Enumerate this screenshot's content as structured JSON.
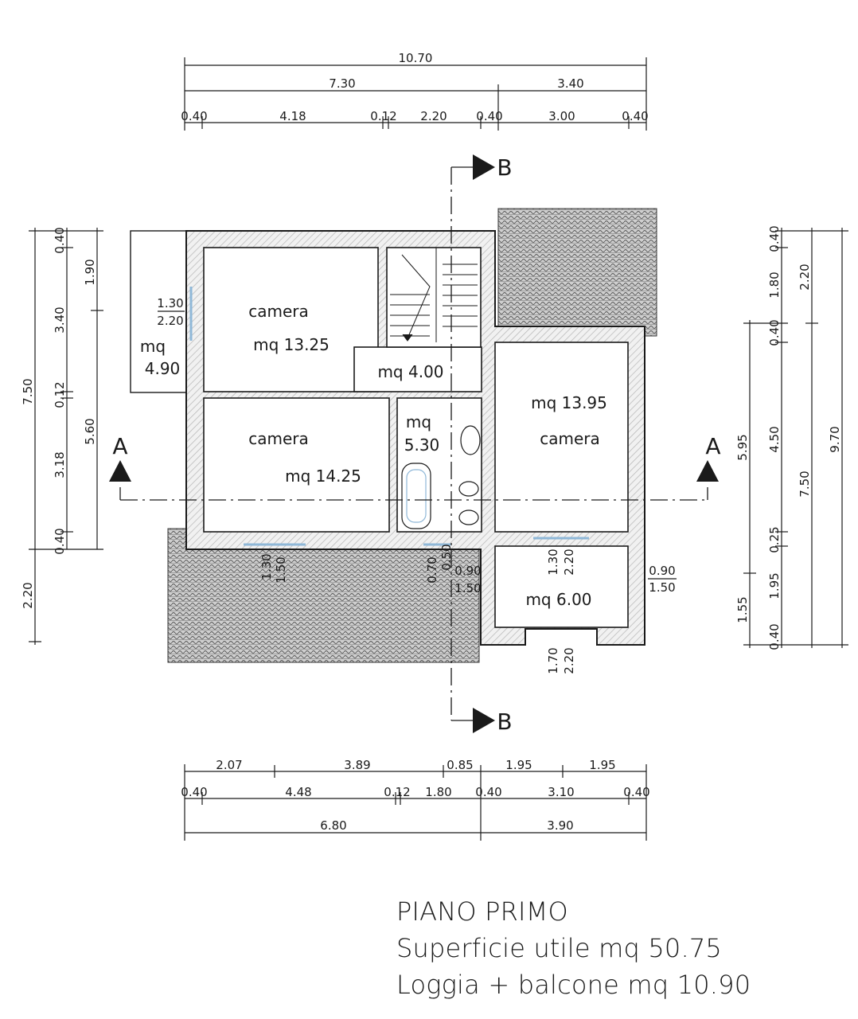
{
  "dims_top": {
    "total": "10.70",
    "a": "7.30",
    "b": "3.40",
    "c": [
      "0.40",
      "4.18",
      "0.12",
      "2.20",
      "0.40",
      "3.00",
      "0.40"
    ]
  },
  "dims_bottom": {
    "r1": [
      "2.07",
      "3.89",
      "0.85",
      "1.95",
      "1.95"
    ],
    "r2": [
      "0.40",
      "4.48",
      "0.12",
      "1.80",
      "0.40",
      "3.10",
      "0.40"
    ],
    "r3": [
      "6.80",
      "3.90"
    ]
  },
  "dims_left": {
    "outer": "7.50",
    "outer_b": "2.20",
    "mid": [
      "1.90",
      "5.60"
    ],
    "inner": [
      "0.40",
      "3.40",
      "0.12",
      "3.18",
      "0.40"
    ]
  },
  "dims_right": {
    "a": [
      "5.95",
      "1.55"
    ],
    "b": [
      "0.40",
      "1.80",
      "0.40",
      "4.50",
      "0.25",
      "1.95",
      "0.40"
    ],
    "c": [
      "2.20",
      "7.50"
    ],
    "d": "9.70"
  },
  "rooms": {
    "room1_label": "camera",
    "room1_area": "mq 13.25",
    "room2_label": "camera",
    "room2_area": "mq 14.25",
    "room3_label": "camera",
    "room3_area": "mq 13.95",
    "hall_area": "mq 4.00",
    "bath_mq": "mq",
    "bath_area": "5.30",
    "loggia_mq": "mq",
    "loggia_area": "4.90",
    "balcony_area": "mq 6.00"
  },
  "openings": {
    "w1_top": "1.30",
    "w1_bot": "2.20",
    "w2_top": "1.30",
    "w2_bot": "2.20",
    "w3_top": "1.70",
    "w3_bot": "2.20",
    "w4_top": "0.90",
    "w4_bot": "1.50",
    "w5_top": "0.90",
    "w5_bot": "1.50",
    "w6_a": "1.30",
    "w6_b": "1.50",
    "w7_a": "0.50",
    "w7_b": "0.70"
  },
  "sections": {
    "a": "A",
    "b": "B"
  },
  "title": {
    "line1": "PIANO  PRIMO",
    "line2": "Superficie utile mq 50.75",
    "line3": "Loggia + balcone mq 10.90"
  },
  "colors": {
    "ink": "#1a1a1a",
    "glass": "#8fb8d8"
  }
}
